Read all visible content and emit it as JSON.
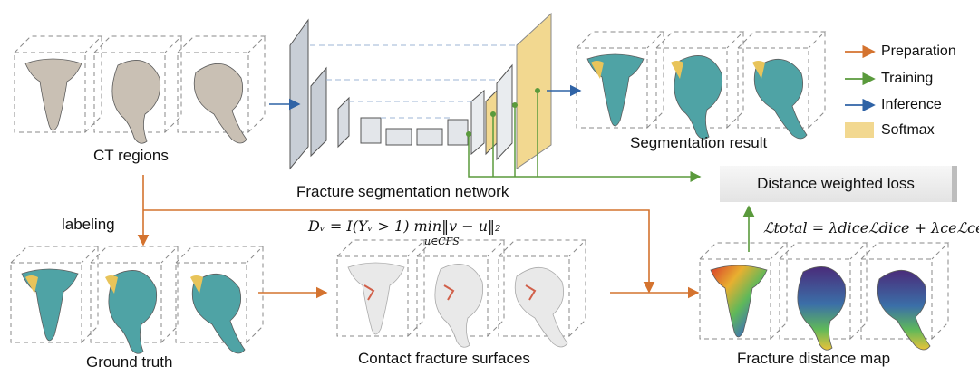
{
  "labels": {
    "ct_regions": "CT regions",
    "network": "Fracture segmentation network",
    "segmentation_result": "Segmentation result",
    "distance_loss": "Distance weighted loss",
    "labeling": "labeling",
    "ground_truth": "Ground truth",
    "contact_surfaces": "Contact fracture surfaces",
    "distance_map": "Fracture distance map"
  },
  "legend": [
    {
      "label": "Preparation",
      "color": "#d4732f"
    },
    {
      "label": "Training",
      "color": "#5a9a3c"
    },
    {
      "label": "Inference",
      "color": "#2f63a6"
    },
    {
      "label": "Softmax",
      "color": "#f2d890"
    }
  ],
  "equations": {
    "distance": "Dᵥ = I(Yᵥ > 1) min‖v − u‖₂",
    "distance_sub": "u∈CFS",
    "loss": "ℒtotal = λdiceℒdice + λceℒce"
  },
  "colors": {
    "bone_ct": "#c9c0b4",
    "bone_seg": "#4fa3a5",
    "fragment_yellow": "#e8c45a",
    "fragment_red": "#d1604a"
  }
}
